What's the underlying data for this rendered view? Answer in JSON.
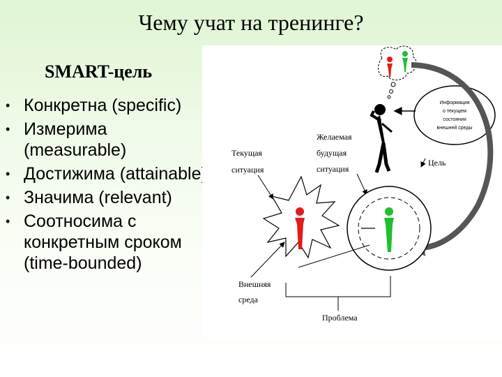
{
  "slide": {
    "title": "Чему учат на тренинге?",
    "subtitle": "SMART-цель",
    "bullets": [
      "Конкретна (specific)",
      "Измерима (measurable)",
      "Достижима (attainable)",
      "Значима (relevant)",
      "Соотносима с конкретным сроком (time-bounded)"
    ]
  },
  "diagram": {
    "labels": {
      "current": [
        "Текущая",
        "ситуация"
      ],
      "desired": [
        "Желаемая",
        "будущая",
        "ситуация"
      ],
      "goal": "Цель",
      "environment": [
        "Внешняя",
        "среда"
      ],
      "problem": "Проблема",
      "info": [
        "Информация",
        "о текущем",
        "состоянии",
        "внешней среды"
      ]
    },
    "colors": {
      "red_figure": "#e41b17",
      "green_figure": "#1fbf2f"
    }
  }
}
